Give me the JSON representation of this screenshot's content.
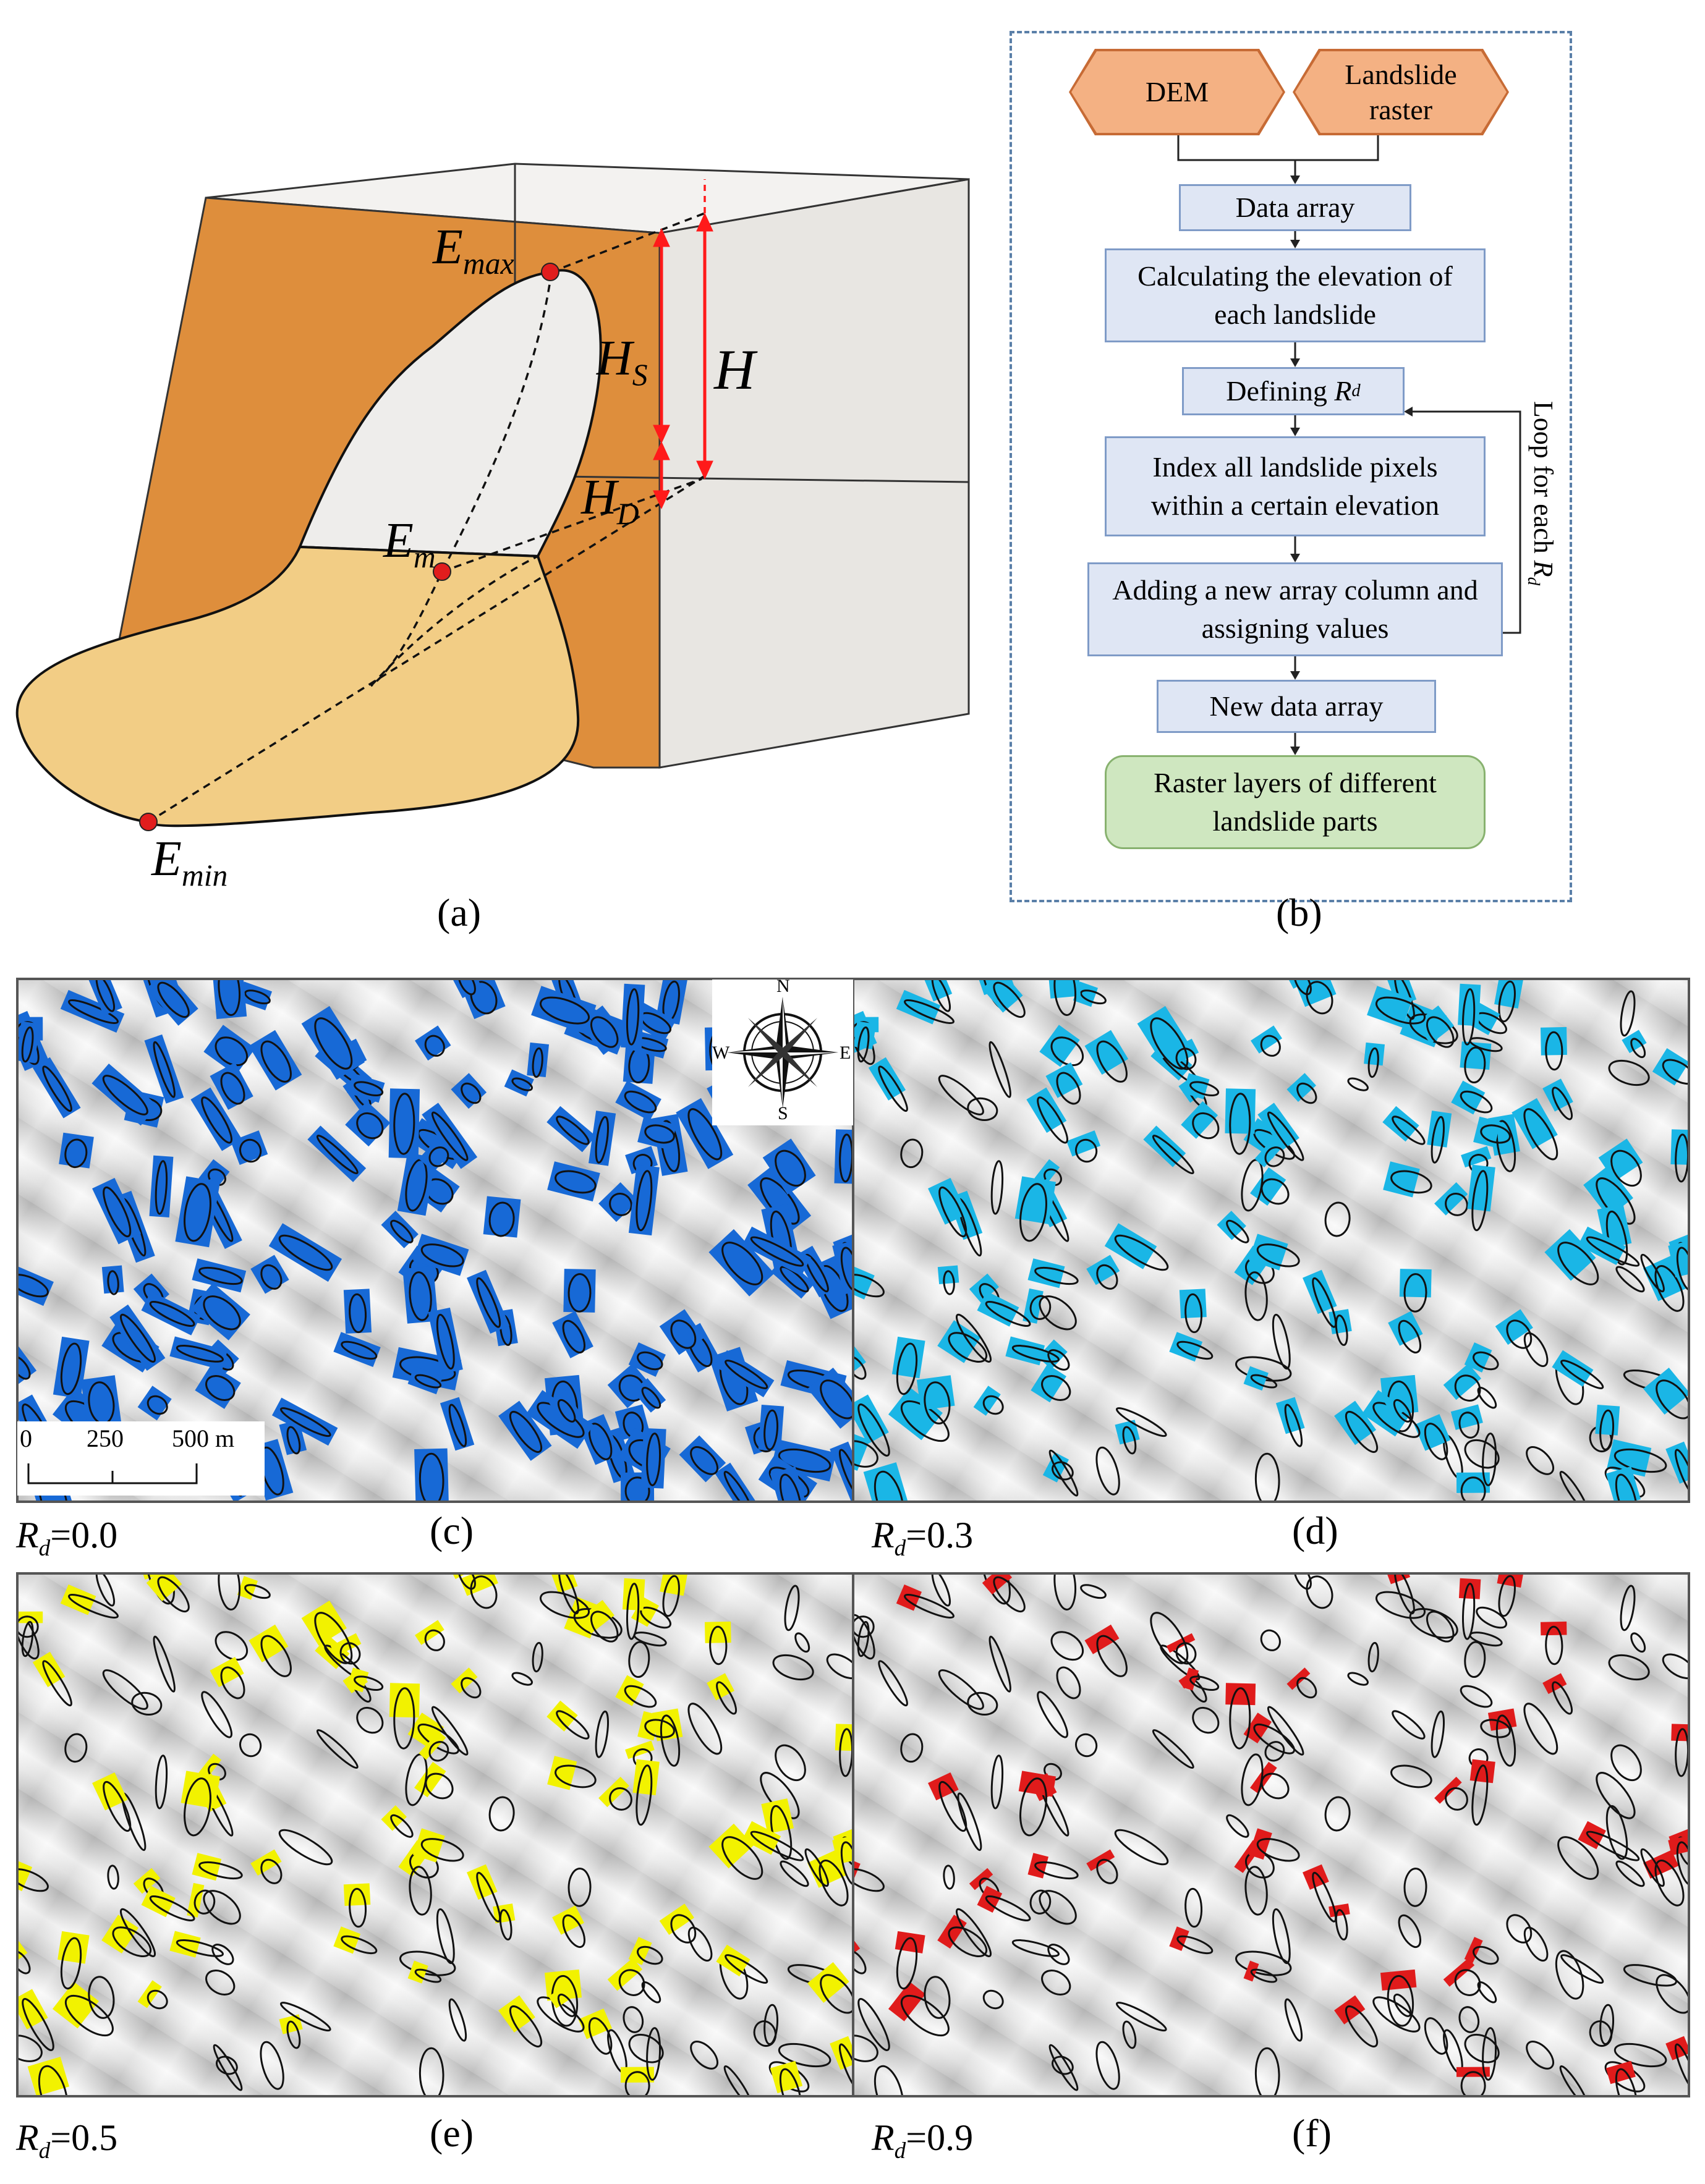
{
  "schematic": {
    "panel_label": "(a)",
    "labels": {
      "emax": {
        "main": "E",
        "sub": "max"
      },
      "em": {
        "main": "E",
        "sub": "m"
      },
      "emin": {
        "main": "E",
        "sub": "min"
      },
      "hs": {
        "main": "H",
        "sub": "S"
      },
      "hd": {
        "main": "H",
        "sub": "D"
      },
      "h": {
        "main": "H"
      }
    },
    "colors": {
      "face": "#de8e3c",
      "side": "#e8e6e2",
      "scar": "#eeedeb",
      "deposit": "#f2cd85",
      "marker": "#e11d1d",
      "arrow": "#ff1a1a"
    }
  },
  "flowchart": {
    "panel_label": "(b)",
    "inputs": [
      "DEM",
      "Landslide raster"
    ],
    "steps": [
      "Data array",
      "Calculating the elevation of each landslide",
      {
        "prefix": "Defining ",
        "var": "R",
        "sub": "d"
      },
      "Index all landslide pixels within a certain elevation",
      "Adding a new array column and assigning values",
      "New data array"
    ],
    "output": "Raster layers of different landslide parts",
    "loop_label": {
      "prefix": "Loop for each ",
      "var": "R",
      "sub": "d"
    }
  },
  "maps": [
    {
      "panel_label": "(c)",
      "rd_value": "=0.0",
      "fill_color": "#1769d6"
    },
    {
      "panel_label": "(d)",
      "rd_value": "=0.3",
      "fill_color": "#1ab6e6"
    },
    {
      "panel_label": "(e)",
      "rd_value": "=0.5",
      "fill_color": "#f2f200"
    },
    {
      "panel_label": "(f)",
      "rd_value": "=0.9",
      "fill_color": "#e01b1b"
    }
  ],
  "rd_symbol": {
    "main": "R",
    "sub": "d"
  },
  "compass": {
    "n": "N",
    "s": "S",
    "e": "E",
    "w": "W"
  },
  "scale_bar": {
    "ticks": [
      "0",
      "250",
      "500 m"
    ]
  }
}
